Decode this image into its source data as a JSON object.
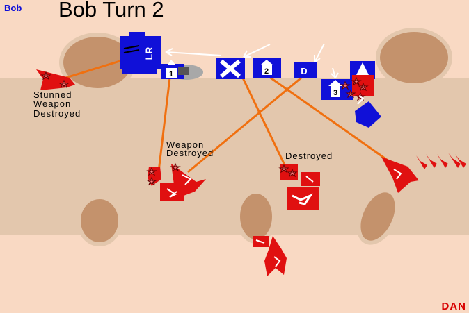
{
  "title": "Bob Turn 2",
  "players": {
    "top": "Bob",
    "bottom": "DAN"
  },
  "annotations": {
    "stunned_lines": [
      "Stunned",
      "Weapon",
      "Destroyed"
    ],
    "weapon_destroyed_lines": [
      "Weapon",
      "Destroyed"
    ],
    "destroyed": "Destroyed"
  },
  "markers": {
    "lr": "LR",
    "unit_1": "1",
    "unit_2": "2",
    "unit_3": "3",
    "d": "D"
  },
  "colors": {
    "background": "#f9d9c3",
    "road": "#e3c7ad",
    "rock": "#c4926c",
    "blue_player": "#1010d8",
    "red_player": "#e01010",
    "fire_line": "#f07010"
  }
}
